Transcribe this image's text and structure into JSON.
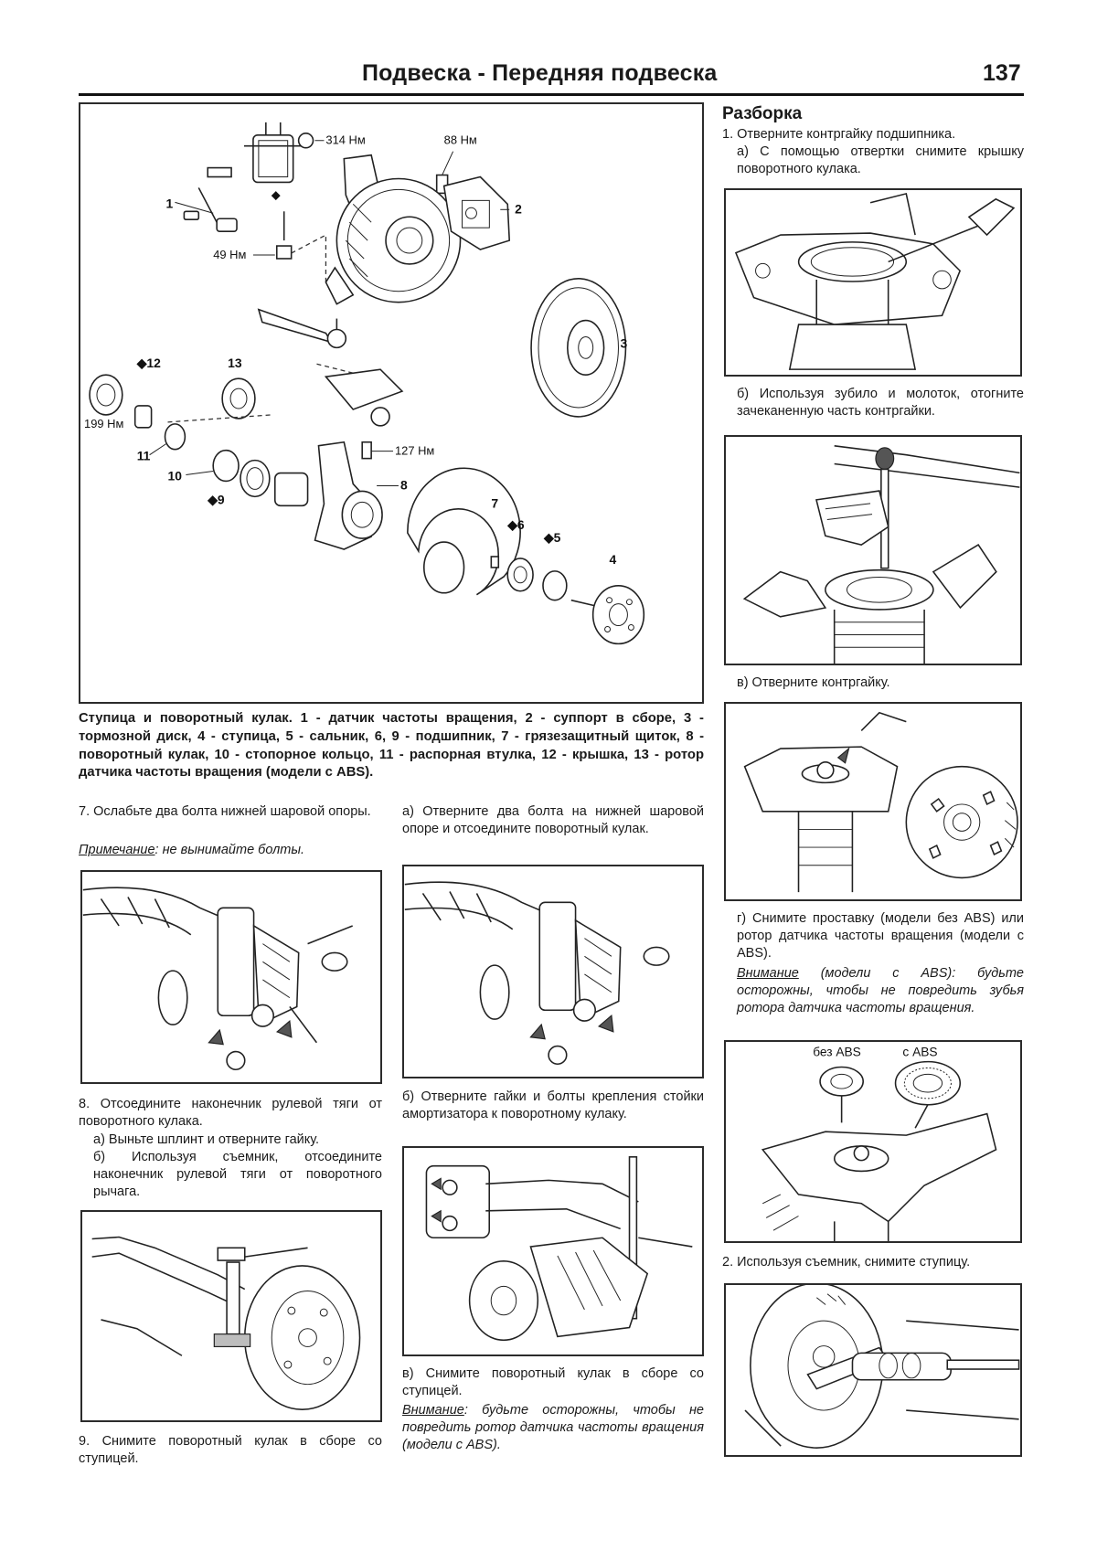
{
  "header": {
    "title": "Подвеска - Передняя подвеска",
    "page_number": "137"
  },
  "main_figure": {
    "labels": {
      "torque_314": "314 Нм",
      "torque_88": "88 Нм",
      "torque_49": "49 Нм",
      "torque_199": "199 Нм",
      "torque_127": "127 Нм",
      "n1": "1",
      "n2": "2",
      "n3": "3",
      "n4": "4",
      "n5": "◆5",
      "n6": "◆6",
      "n7": "7",
      "n8": "8",
      "n9": "◆9",
      "n10": "10",
      "n11": "11",
      "n12": "◆12",
      "n13": "13",
      "diamond": "◆"
    },
    "caption": "Ступица и поворотный кулак. 1 - датчик частоты вращения, 2 - суппорт в сборе, 3 - тормозной диск, 4 - ступица, 5 - сальник, 6, 9 - подшипник, 7 - грязезащитный щиток, 8 - поворотный кулак, 10 - стопорное кольцо, 11 - распорная втулка, 12 - крышка, 13 - ротор датчика частоты вращения (модели с ABS)."
  },
  "col1": {
    "step7": "7. Ослабьте два болта нижней шаровой опоры.",
    "note_label": "Примечание",
    "note_text": ": не вынимайте болты.",
    "step8": "8. Отсоедините наконечник рулевой тяги от поворотного кулака.",
    "step8a": "а) Выньте шплинт и отверните гайку.",
    "step8b": "б) Используя съемник, отсоедините наконечник рулевой тяги от поворотного рычага.",
    "step9": "9. Снимите поворотный кулак в сборе со ступицей."
  },
  "col2": {
    "step_a": "а) Отверните два болта на нижней шаровой опоре и отсоедините поворотный кулак.",
    "step_b": "б) Отверните гайки и болты крепления стойки амортизатора к поворотному кулаку.",
    "step_v": "в) Снимите поворотный кулак в сборе со ступицей.",
    "warn_label": "Внимание",
    "warn_text": ": будьте осторожны, чтобы не повредить ротор датчика частоты вращения (модели с ABS)."
  },
  "col3": {
    "section_title": "Разборка",
    "step1": "1. Отверните контргайку подшипника.",
    "step1a": "а) С помощью отвертки снимите крышку поворотного кулака.",
    "step1b": "б) Используя зубило и молоток, отогните зачеканенную часть контргайки.",
    "step1v": "в) Отверните контргайку.",
    "step1g": "г) Снимите проставку (модели без ABS) или ротор датчика частоты вращения (модели с ABS).",
    "warn_label": "Внимание",
    "warn_text": " (модели с ABS): будьте осторожны, чтобы не повредить зубья ротора датчика частоты вращения.",
    "label_no_abs": "без ABS",
    "label_abs": "с ABS",
    "step2": "2. Используя съемник, снимите ступицу."
  }
}
